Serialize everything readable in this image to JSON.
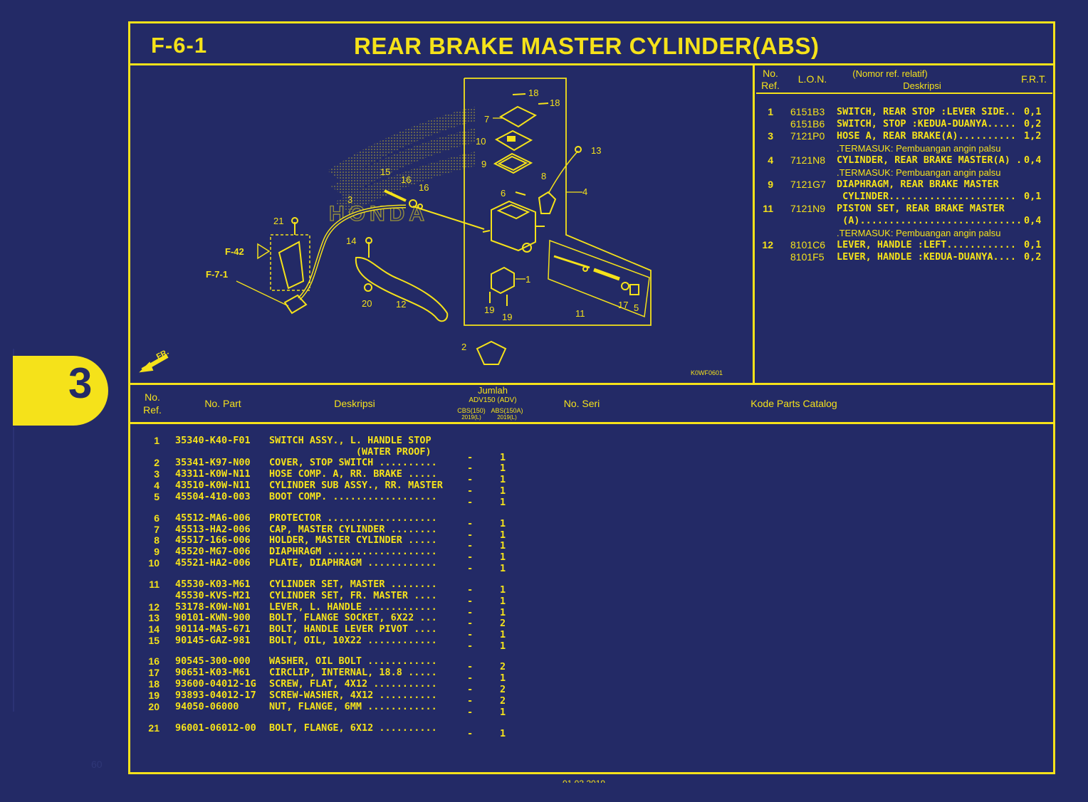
{
  "header": {
    "code": "F-6-1",
    "title": "REAR BRAKE MASTER CYLINDER(ABS)"
  },
  "section_tab": "3",
  "page_number": "60",
  "diagram": {
    "code": "K0WF0601",
    "labels": {
      "l18a": "18",
      "l18b": "18",
      "l7": "7",
      "l10": "10",
      "l9": "9",
      "l13": "13",
      "l8": "8",
      "l4": "4",
      "l6": "6",
      "l15": "15",
      "l16a": "16",
      "l16b": "16",
      "l3": "3",
      "l21": "21",
      "f42": "F-42",
      "f71": "F-7-1",
      "l14": "14",
      "l1": "1",
      "l20": "20",
      "l12": "12",
      "l19a": "19",
      "l19b": "19",
      "l11": "11",
      "l17": "17",
      "l5": "5",
      "l2": "2",
      "fr": "FR."
    }
  },
  "ref_table": {
    "headers": {
      "no": "No.",
      "ref": "Ref.",
      "lon": "L.O.N.",
      "nomor": "(Nomor ref. relatif)",
      "deskripsi": "Deskripsi",
      "frt": "F.R.T."
    },
    "rows": [
      {
        "ref": "1",
        "lon": "6151B3",
        "desc": "SWITCH, REAR STOP :LEVER SIDE..",
        "frt": "0,1"
      },
      {
        "ref": "",
        "lon": "6151B6",
        "desc": "SWITCH, STOP :KEDUA-DUANYA.....",
        "frt": "0,2"
      },
      {
        "ref": "3",
        "lon": "7121P0",
        "desc": "HOSE A, REAR BRAKE(A)..........",
        "frt": "1,2"
      },
      {
        "ref": "",
        "lon": "",
        "desc": ".TERMASUK: Pembuangan angin palsu",
        "frt": ""
      },
      {
        "ref": "4",
        "lon": "7121N8",
        "desc": "CYLINDER, REAR BRAKE MASTER(A) .",
        "frt": "0,4"
      },
      {
        "ref": "",
        "lon": "",
        "desc": ".TERMASUK: Pembuangan angin palsu",
        "frt": ""
      },
      {
        "ref": "9",
        "lon": "7121G7",
        "desc": "DIAPHRAGM, REAR BRAKE MASTER",
        "frt": ""
      },
      {
        "ref": "",
        "lon": "",
        "desc": " CYLINDER......................",
        "frt": "0,1"
      },
      {
        "ref": "11",
        "lon": "7121N9",
        "desc": "PISTON SET, REAR BRAKE MASTER",
        "frt": ""
      },
      {
        "ref": "",
        "lon": "",
        "desc": " (A)............................",
        "frt": "0,4"
      },
      {
        "ref": "",
        "lon": "",
        "desc": ".TERMASUK: Pembuangan angin palsu",
        "frt": ""
      },
      {
        "ref": "12",
        "lon": "8101C6",
        "desc": "LEVER, HANDLE :LEFT............",
        "frt": "0,1"
      },
      {
        "ref": "",
        "lon": "8101F5",
        "desc": "LEVER, HANDLE :KEDUA-DUANYA....",
        "frt": "0,2"
      }
    ]
  },
  "parts_table": {
    "headers": {
      "no": "No.",
      "ref": "Ref.",
      "part": "No. Part",
      "deskripsi": "Deskripsi",
      "jumlah": "Jumlah",
      "model": "ADV150 (ADV)",
      "cbs": "CBS(150)",
      "abs": "ABS(150A)",
      "year_a": "2019(L)",
      "year_b": "2019(L)",
      "seri": "No. Seri",
      "kode": "Kode Parts Catalog"
    },
    "rows": [
      {
        "ref": "1",
        "part": "35340-K40-F01",
        "desc": "SWITCH ASSY., L. HANDLE STOP",
        "cbs": "",
        "abs": ""
      },
      {
        "ref": "",
        "part": "",
        "desc": "               (WATER PROOF)",
        "cbs": "-",
        "abs": "1"
      },
      {
        "ref": "2",
        "part": "35341-K97-N00",
        "desc": "COVER, STOP SWITCH ..........",
        "cbs": "-",
        "abs": "1"
      },
      {
        "ref": "3",
        "part": "43311-K0W-N11",
        "desc": "HOSE COMP. A, RR. BRAKE .....",
        "cbs": "-",
        "abs": "1"
      },
      {
        "ref": "4",
        "part": "43510-K0W-N11",
        "desc": "CYLINDER SUB ASSY., RR. MASTER",
        "cbs": "-",
        "abs": "1"
      },
      {
        "ref": "5",
        "part": "45504-410-003",
        "desc": "BOOT COMP. ..................",
        "cbs": "-",
        "abs": "1"
      },
      {
        "ref": "6",
        "part": "45512-MA6-006",
        "desc": "PROTECTOR ...................",
        "cbs": "-",
        "abs": "1"
      },
      {
        "ref": "7",
        "part": "45513-HA2-006",
        "desc": "CAP, MASTER CYLINDER ........",
        "cbs": "-",
        "abs": "1"
      },
      {
        "ref": "8",
        "part": "45517-166-006",
        "desc": "HOLDER, MASTER CYLINDER .....",
        "cbs": "-",
        "abs": "1"
      },
      {
        "ref": "9",
        "part": "45520-MG7-006",
        "desc": "DIAPHRAGM ...................",
        "cbs": "-",
        "abs": "1"
      },
      {
        "ref": "10",
        "part": "45521-HA2-006",
        "desc": "PLATE, DIAPHRAGM ............",
        "cbs": "-",
        "abs": "1"
      },
      {
        "ref": "11",
        "part": "45530-K03-M61",
        "desc": "CYLINDER SET, MASTER ........",
        "cbs": "-",
        "abs": "1"
      },
      {
        "ref": "",
        "part": "45530-KVS-M21",
        "desc": "CYLINDER SET, FR. MASTER ....",
        "cbs": "-",
        "abs": "1"
      },
      {
        "ref": "12",
        "part": "53178-K0W-N01",
        "desc": "LEVER, L. HANDLE ............",
        "cbs": "-",
        "abs": "1"
      },
      {
        "ref": "13",
        "part": "90101-KWN-900",
        "desc": "BOLT, FLANGE SOCKET, 6X22 ...",
        "cbs": "-",
        "abs": "2"
      },
      {
        "ref": "14",
        "part": "90114-MA5-671",
        "desc": "BOLT, HANDLE LEVER PIVOT ....",
        "cbs": "-",
        "abs": "1"
      },
      {
        "ref": "15",
        "part": "90145-GAZ-981",
        "desc": "BOLT, OIL, 10X22 ............",
        "cbs": "-",
        "abs": "1"
      },
      {
        "ref": "16",
        "part": "90545-300-000",
        "desc": "WASHER, OIL BOLT ............",
        "cbs": "-",
        "abs": "2"
      },
      {
        "ref": "17",
        "part": "90651-K03-M61",
        "desc": "CIRCLIP, INTERNAL, 18.8 .....",
        "cbs": "-",
        "abs": "1"
      },
      {
        "ref": "18",
        "part": "93600-04012-1G",
        "desc": "SCREW, FLAT, 4X12 ...........",
        "cbs": "-",
        "abs": "2"
      },
      {
        "ref": "19",
        "part": "93893-04012-17",
        "desc": "SCREW-WASHER, 4X12 ..........",
        "cbs": "-",
        "abs": "2"
      },
      {
        "ref": "20",
        "part": "94050-06000",
        "desc": "NUT, FLANGE, 6MM ............",
        "cbs": "-",
        "abs": "1"
      },
      {
        "ref": "21",
        "part": "96001-06012-00",
        "desc": "BOLT, FLANGE, 6X12 ..........",
        "cbs": "-",
        "abs": "1"
      }
    ]
  },
  "colors": {
    "background": "#232a66",
    "accent": "#f5e21a"
  }
}
